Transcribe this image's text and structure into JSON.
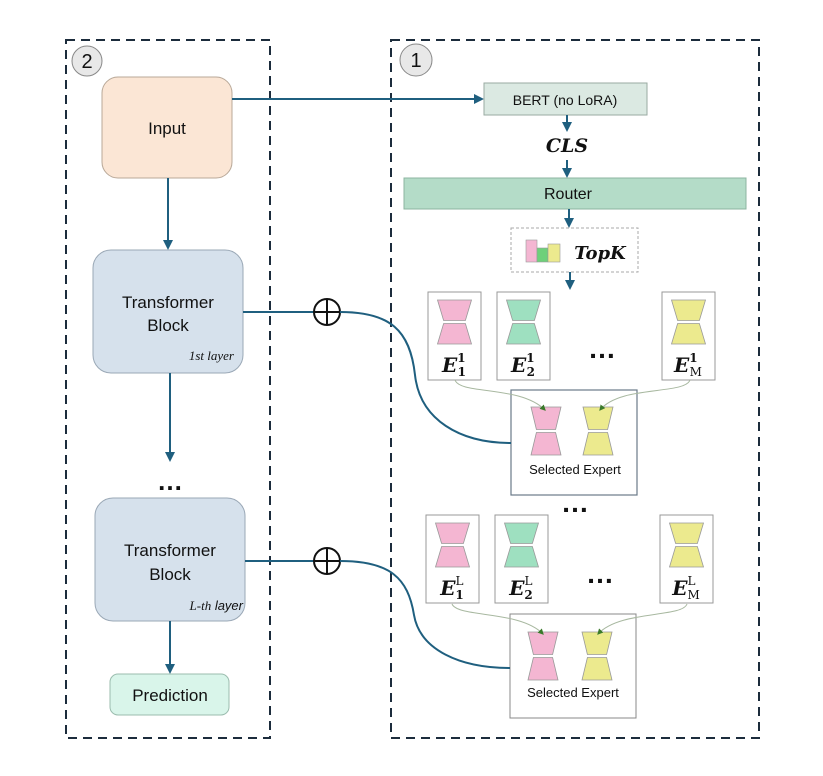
{
  "panels": {
    "left": {
      "badge": "2"
    },
    "right": {
      "badge": "1"
    }
  },
  "left": {
    "input_label": "Input",
    "block1": {
      "title_line1": "Transformer",
      "title_line2": "Block",
      "layer": "1st layer"
    },
    "ellipsis": "…",
    "blockL": {
      "title_line1": "Transformer",
      "title_line2": "Block",
      "layer_prefix": "L-th",
      "layer_suffix": " layer"
    },
    "prediction_label": "Prediction"
  },
  "right": {
    "bert_label": "BERT (no LoRA)",
    "cls_label": "CLS",
    "router_label": "Router",
    "topk_label": "TopK",
    "layer1": {
      "experts": [
        {
          "base": "E",
          "sub": "1",
          "sup": "1",
          "color": "#f4b6d2"
        },
        {
          "base": "E",
          "sub": "2",
          "sup": "1",
          "color": "#9ee0c0"
        },
        {
          "base": "E",
          "sub": "M",
          "sup": "1",
          "color": "#ecea8e"
        }
      ],
      "ellipsis": "…",
      "selected_label": "Selected Expert"
    },
    "between_ellipsis": "…",
    "layerL": {
      "experts": [
        {
          "base": "E",
          "sub": "1",
          "sup": "L",
          "color": "#f4b6d2"
        },
        {
          "base": "E",
          "sub": "2",
          "sup": "L",
          "color": "#9ee0c0"
        },
        {
          "base": "E",
          "sub": "M",
          "sup": "L",
          "color": "#ecea8e"
        }
      ],
      "ellipsis": "…",
      "selected_label": "Selected Expert"
    }
  },
  "colors": {
    "arrow": "#1f5f7f",
    "input_fill": "#fbe6d5",
    "block_fill": "#d6e1ec",
    "prediction_fill": "#d9f5ea",
    "bert_fill": "#dbe9e2",
    "router_fill": "#b4dcc8",
    "pink": "#f4b6d2",
    "green": "#9ee0c0",
    "yellow": "#ecea8e",
    "select_arrow": "#3a7a2a"
  }
}
